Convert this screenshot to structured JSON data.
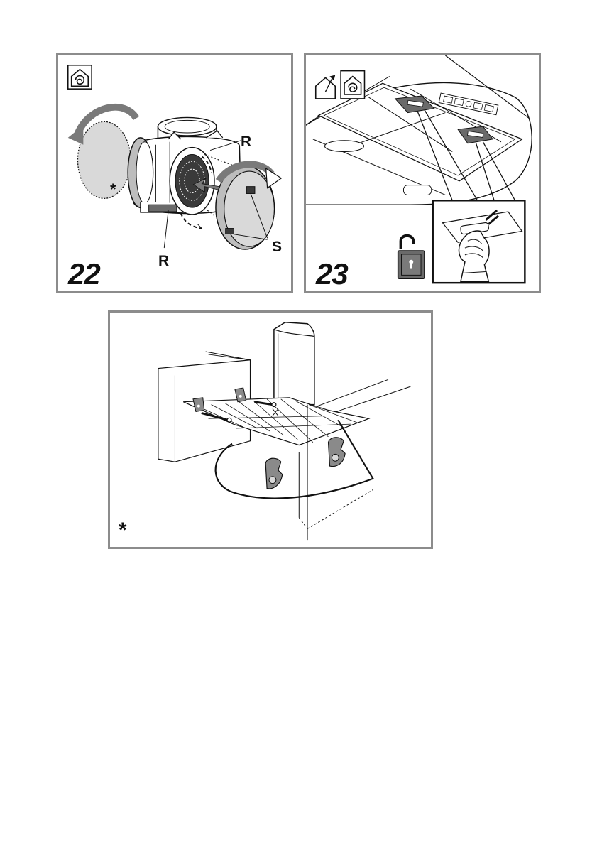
{
  "figures": {
    "fig22": {
      "number": "22",
      "labels": {
        "r_top": "R",
        "r_bottom": "R",
        "s": "S"
      },
      "asterisk": "*",
      "mode_icon": "recirculation-house-icon"
    },
    "fig23": {
      "number": "23",
      "mode_icons": [
        "extraction-house-icon",
        "recirculation-house-icon"
      ],
      "lock_icon": "unlocked-padlock-icon"
    },
    "fig_bottom": {
      "asterisk": "*"
    }
  },
  "colors": {
    "frame": "#8c8c8c",
    "line": "#111111",
    "fill_gray": "#d9d9d9",
    "dark_gray": "#7a7a7a"
  }
}
